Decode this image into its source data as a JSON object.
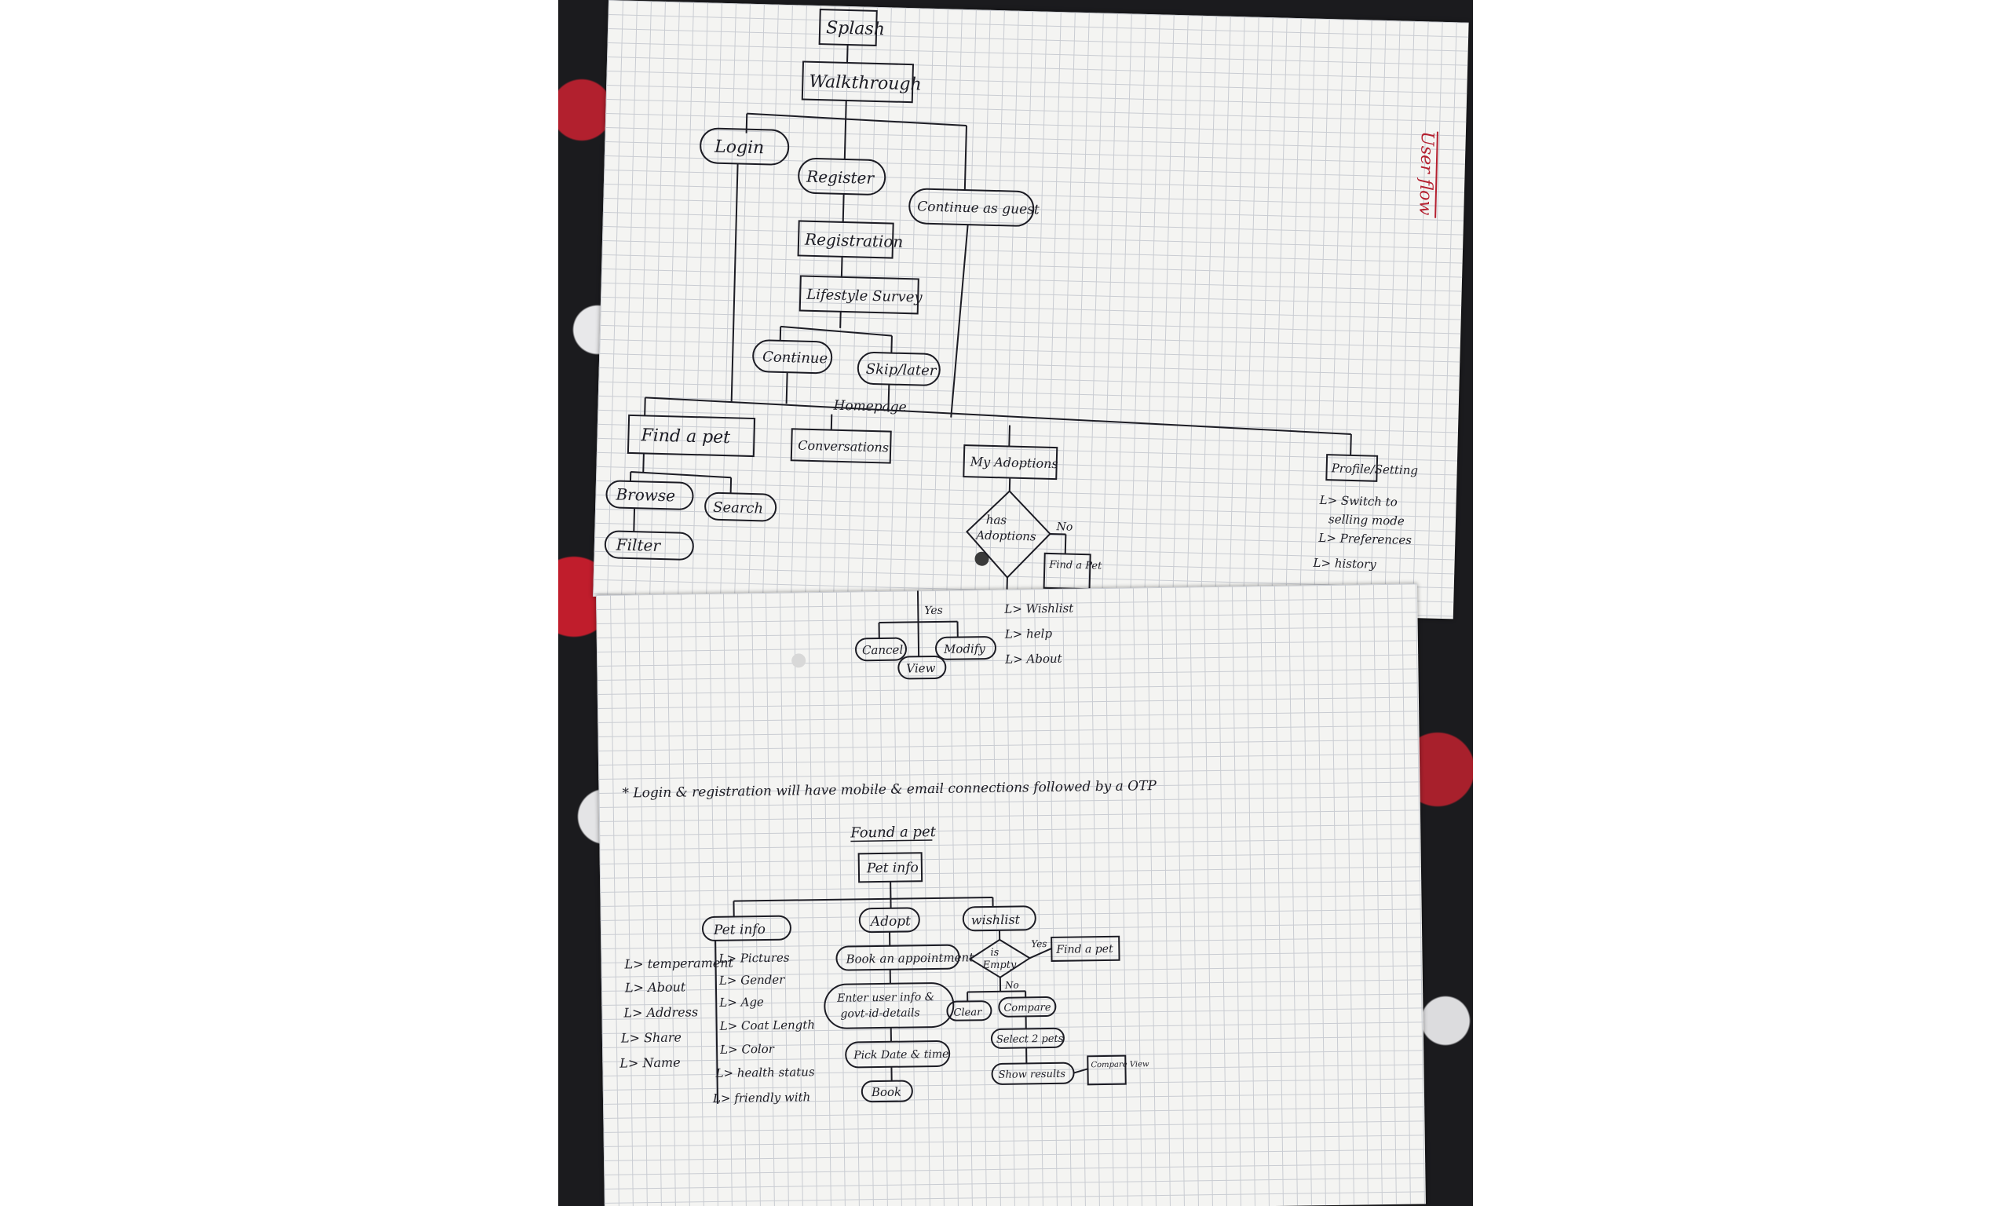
{
  "user_flow": {
    "title": "User flow",
    "splash": "Splash",
    "walkthrough": "Walkthrough",
    "login": "Login",
    "register": "Register",
    "guest": "Continue as guest",
    "registration": "Registration",
    "lifestyle": "Lifestyle Survey",
    "continue": "Continue",
    "skip": "Skip/later",
    "homepage": "Homepage",
    "find_pet": "Find a pet",
    "conversations": "Conversations",
    "my_adoptions": "My Adoptions",
    "profile": "Profile/Setting",
    "browse": "Browse",
    "search": "Search",
    "filter": "Filter",
    "has_adoptions_1": "has",
    "has_adoptions_2": "Adoptions",
    "no": "No",
    "find_a_pet_box": "Find a Pet",
    "yes": "Yes",
    "cancel": "Cancel",
    "modify": "Modify",
    "view": "View",
    "profile_items": [
      "L> Switch to",
      "selling mode",
      "L> Preferences",
      "L> history",
      "L> Wishlist",
      "L> help",
      "L> About"
    ]
  },
  "note": "* Login & registration will have mobile & email connections followed by a OTP",
  "found_a_pet": {
    "title": "Found a pet",
    "pet_info_box": "Pet info",
    "pet_info": "Pet info",
    "adopt": "Adopt",
    "wishlist": "wishlist",
    "is_empty_1": "is",
    "is_empty_2": "Empty",
    "yes": "Yes",
    "no": "No",
    "find_a_pet": "Find a pet",
    "clear": "Clear",
    "compare": "Compare",
    "select_pets": "Select 2 pets",
    "show_results": "Show results",
    "compare_view": "Compare View",
    "book_appointment": "Book an appointment",
    "enter_info_1": "Enter user info &",
    "enter_info_2": "govt-id-details",
    "pick_date": "Pick Date & time",
    "book": "Book",
    "left_list": [
      "L> temperament",
      "L> About",
      "L> Address",
      "L> Share",
      "L> Name"
    ],
    "pet_info_list": [
      "L> Pictures",
      "L> Gender",
      "L> Age",
      "L> Coat Length",
      "L> Color",
      "L> health status",
      "L> friendly with"
    ]
  },
  "colors": {
    "ink": "#1c1c24",
    "title_red": "#b42030",
    "paper": "#f4f4f2",
    "grid": "#c9ccd2"
  }
}
